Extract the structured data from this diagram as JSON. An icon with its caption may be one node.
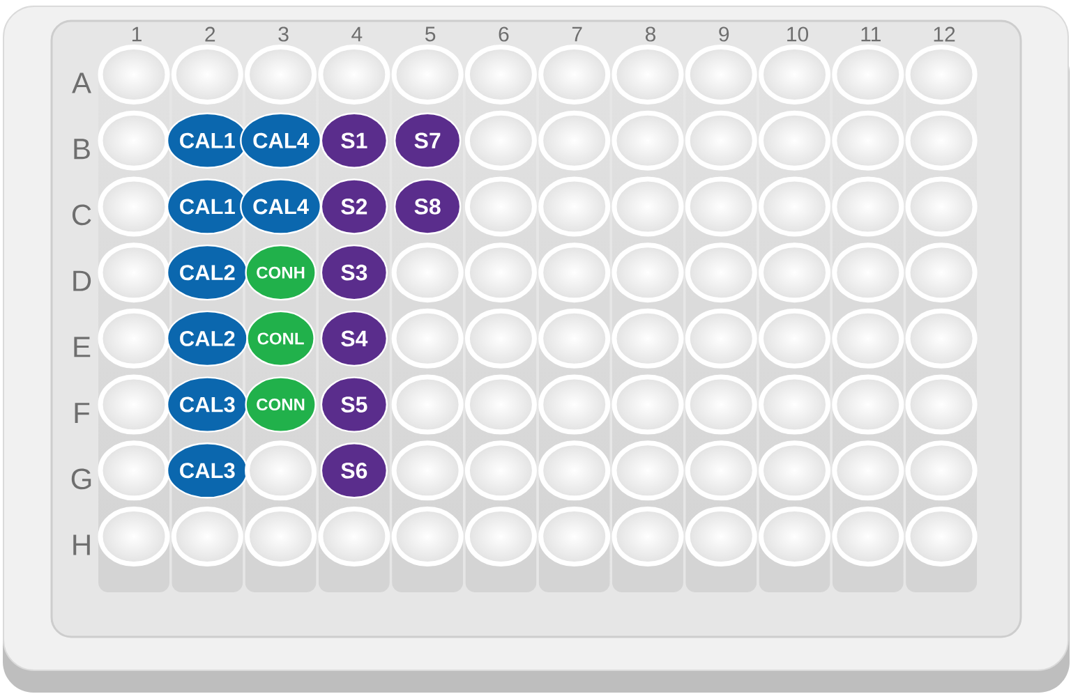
{
  "diagram": {
    "nodes": [
      {
        "text": [],
        "shape": "circle"
      },
      {
        "text": [],
        "shape": "circle"
      },
      {
        "text": [],
        "shape": "circle"
      },
      {
        "text": [],
        "shape": "circle"
      },
      {
        "text": [],
        "shape": "circle"
      },
      {
        "text": [],
        "shape": "circle"
      },
      {
        "text": [],
        "shape": "circle"
      },
      {
        "text": [],
        "shape": "circle"
      },
      {
        "text": [],
        "shape": "circle"
      },
      {
        "text": [],
        "shape": "circle"
      },
      {
        "text": [],
        "shape": "circle"
      },
      {
        "text": [],
        "shape": "circle"
      },
      {
        "text": [],
        "shape": "circle"
      },
      {
        "text": [
          "CAL1"
        ]
      },
      {
        "text": [
          "CAL4"
        ]
      },
      {
        "text": [
          "S1"
        ]
      },
      {
        "text": [
          "S7"
        ]
      },
      {
        "text": [],
        "shape": "circle"
      },
      {
        "text": [],
        "shape": "circle"
      },
      {
        "text": [],
        "shape": "circle"
      },
      {
        "text": [],
        "shape": "circle"
      },
      {
        "text": [],
        "shape": "circle"
      },
      {
        "text": [],
        "shape": "circle"
      },
      {
        "text": [],
        "shape": "circle"
      },
      {
        "text": [],
        "shape": "circle"
      },
      {
        "text": [
          "CAL1"
        ]
      },
      {
        "text": [
          "CAL4"
        ]
      },
      {
        "text": [
          "S2"
        ]
      },
      {
        "text": [
          "S8"
        ]
      },
      {
        "text": [],
        "shape": "circle"
      },
      {
        "text": [],
        "shape": "circle"
      },
      {
        "text": [],
        "shape": "circle"
      },
      {
        "text": [],
        "shape": "circle"
      },
      {
        "text": [],
        "shape": "circle"
      },
      {
        "text": [],
        "shape": "circle"
      },
      {
        "text": [],
        "shape": "circle"
      },
      {
        "text": [],
        "shape": "circle"
      },
      {
        "text": [
          "CAL2"
        ]
      },
      {
        "text": [
          "CONH"
        ]
      },
      {
        "text": [
          "S3"
        ]
      },
      {
        "text": [],
        "shape": "circle"
      },
      {
        "text": [],
        "shape": "circle"
      },
      {
        "text": [],
        "shape": "circle"
      },
      {
        "text": [],
        "shape": "circle"
      },
      {
        "text": [],
        "shape": "circle"
      },
      {
        "text": [],
        "shape": "circle"
      },
      {
        "text": [],
        "shape": "circle"
      },
      {
        "text": [],
        "shape": "circle"
      },
      {
        "text": [],
        "shape": "circle"
      },
      {
        "text": [
          "CAL2"
        ]
      },
      {
        "text": [
          "CONL"
        ]
      },
      {
        "text": [
          "S4"
        ]
      },
      {
        "text": [],
        "shape": "circle"
      },
      {
        "text": [],
        "shape": "circle"
      },
      {
        "text": [],
        "shape": "circle"
      },
      {
        "text": [],
        "shape": "circle"
      },
      {
        "text": [],
        "shape": "circle"
      },
      {
        "text": [],
        "shape": "circle"
      },
      {
        "text": [],
        "shape": "circle"
      },
      {
        "text": [],
        "shape": "circle"
      },
      {
        "text": [],
        "shape": "circle"
      },
      {
        "text": [
          "CAL3"
        ]
      },
      {
        "text": [
          "CONN"
        ]
      },
      {
        "text": [
          "S5"
        ]
      },
      {
        "text": [],
        "shape": "circle"
      },
      {
        "text": [],
        "shape": "circle"
      },
      {
        "text": [],
        "shape": "circle"
      },
      {
        "text": [],
        "shape": "circle"
      },
      {
        "text": [],
        "shape": "circle"
      },
      {
        "text": [],
        "shape": "circle"
      },
      {
        "text": [],
        "shape": "circle"
      },
      {
        "text": [],
        "shape": "circle"
      },
      {
        "text": [],
        "shape": "circle"
      },
      {
        "text": [
          "CAL3"
        ]
      },
      {
        "text": [],
        "shape": "circle"
      },
      {
        "text": [
          "S6"
        ]
      },
      {
        "text": [],
        "shape": "circle"
      },
      {
        "text": [],
        "shape": "circle"
      },
      {
        "text": [],
        "shape": "circle"
      },
      {
        "text": [],
        "shape": "circle"
      },
      {
        "text": [],
        "shape": "circle"
      },
      {
        "text": [],
        "shape": "circle"
      },
      {
        "text": [],
        "shape": "circle"
      },
      {
        "text": [],
        "shape": "circle"
      },
      {
        "text": [],
        "shape": "circle"
      },
      {
        "text": [],
        "shape": "circle"
      },
      {
        "text": [],
        "shape": "circle"
      },
      {
        "text": [],
        "shape": "circle"
      },
      {
        "text": [],
        "shape": "circle"
      },
      {
        "text": [],
        "shape": "circle"
      },
      {
        "text": [],
        "shape": "circle"
      },
      {
        "text": [],
        "shape": "circle"
      },
      {
        "text": [],
        "shape": "circle"
      },
      {
        "text": [],
        "shape": "circle"
      },
      {
        "text": [],
        "shape": "circle"
      },
      {
        "text": [],
        "shape": "circle"
      }
    ],
    "labels": [
      "1",
      "2",
      "3",
      "4",
      "5",
      "6",
      "7",
      "8",
      "9",
      "10",
      "11",
      "12",
      "A",
      "B",
      "C",
      "D",
      "E",
      "F",
      "G",
      "H"
    ]
  }
}
